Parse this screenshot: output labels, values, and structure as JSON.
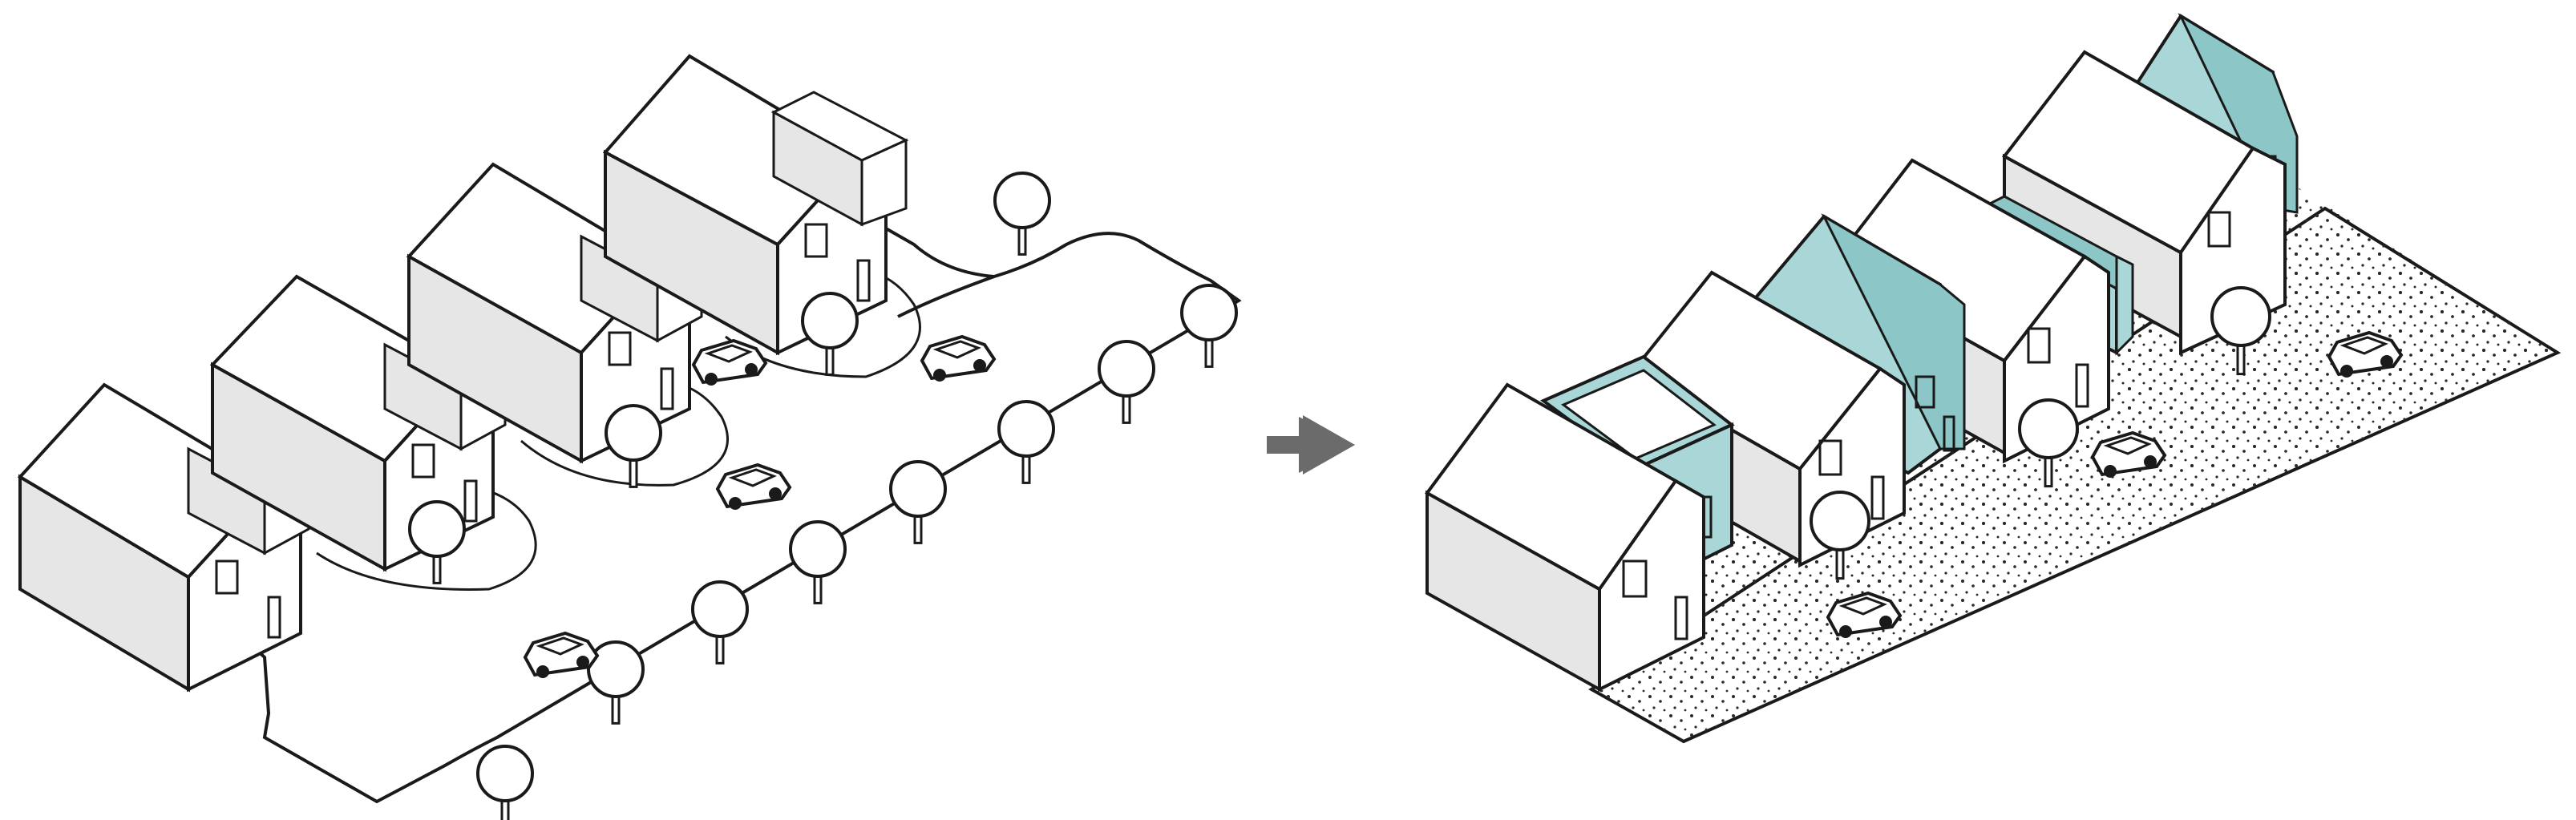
{
  "colors": {
    "background": "#ffffff",
    "line": "#1a1a1a",
    "wall_white": "#ffffff",
    "wall_shade": "#e6e6e6",
    "infill_teal": "#a9d6d6",
    "infill_teal_dark": "#8cc6c7",
    "arrow": "#6b6b6b",
    "ground_dots": "#2a2a2a"
  },
  "icons": {
    "arrow": "right-arrow-icon",
    "tree": "tree-icon",
    "car": "car-icon"
  },
  "left_scene": {
    "houses": 4,
    "trees": 12,
    "cars": 4
  },
  "right_scene": {
    "houses": 4,
    "infill_units": 4,
    "trees": 3,
    "cars": 3
  }
}
